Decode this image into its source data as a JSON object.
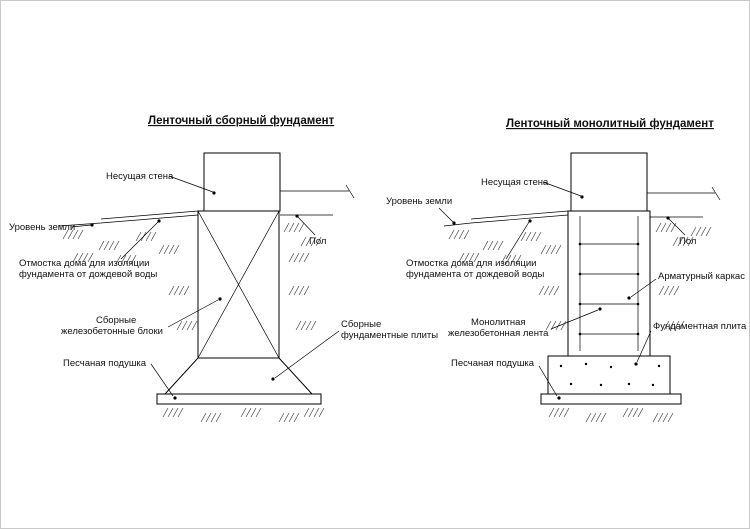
{
  "page": {
    "background": "#ffffff",
    "line_color": "#000000"
  },
  "left": {
    "title": "Ленточный сборный фундамент",
    "labels": {
      "bearing_wall": "Несущая стена",
      "ground_level": "Уровень земли",
      "floor": "Пол",
      "blind_area_line1": "Отмостка дома для изоляции",
      "blind_area_line2": "фундамента от дождевой воды",
      "blocks_line1": "Сборные",
      "blocks_line2": "железобетонные блоки",
      "plates_line1": "Сборные",
      "plates_line2": "фундаментные плиты",
      "sand_cushion": "Песчаная подушка"
    }
  },
  "right": {
    "title": "Ленточный монолитный фундамент",
    "labels": {
      "bearing_wall": "Несущая стена",
      "ground_level": "Уровень земли",
      "floor": "Пол",
      "blind_area_line1": "Отмостка дома для изоляции",
      "blind_area_line2": "фундамента от дождевой воды",
      "rebar_cage": "Арматурный каркас",
      "strip_line1": "Монолитная",
      "strip_line2": "железобетонная лента",
      "foundation_plate": "Фундаментная плита",
      "sand_cushion": "Песчаная подушка"
    }
  }
}
